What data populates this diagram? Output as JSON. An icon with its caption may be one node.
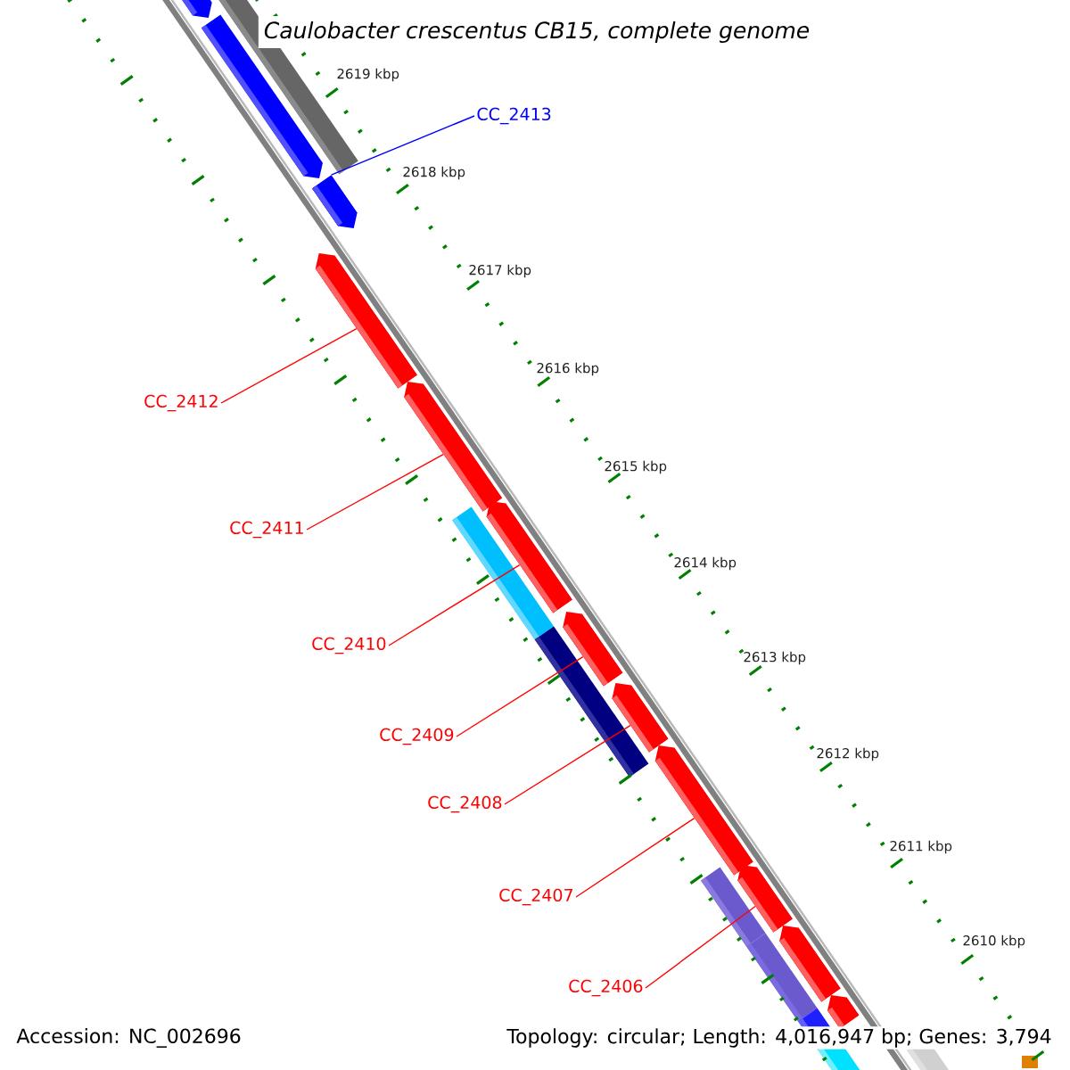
{
  "diagram": {
    "title": "Caulobacter crescentus CB15, complete genome",
    "nodes": [
      {
        "text": [
          "CC_2413"
        ]
      },
      {
        "text": [
          "CC_2412"
        ]
      },
      {
        "text": [
          "CC_2411"
        ]
      },
      {
        "text": [
          "CC_2410"
        ]
      },
      {
        "text": [
          "CC_2409"
        ]
      },
      {
        "text": [
          "CC_2408"
        ]
      },
      {
        "text": [
          "CC_2407"
        ]
      },
      {
        "text": [
          "CC_2406"
        ]
      },
      {
        "text": [],
        "shape": "bar"
      },
      {
        "text": [],
        "shape": "bar"
      },
      {
        "text": [],
        "shape": "bar"
      },
      {
        "text": [],
        "shape": "bar"
      },
      {
        "text": [],
        "shape": "bar"
      },
      {
        "text": [],
        "shape": "bar"
      },
      {
        "text": [],
        "shape": "bar"
      },
      {
        "text": [],
        "shape": "bar"
      },
      {
        "text": [],
        "shape": "bar"
      },
      {
        "text": [],
        "shape": "bar"
      }
    ],
    "edges": [
      {
        "from": 0,
        "to": 8,
        "arrow": "none",
        "color": "#0000ff"
      },
      {
        "from": 1,
        "to": 9,
        "arrow": "none"
      },
      {
        "from": 2,
        "to": 10,
        "arrow": "none"
      },
      {
        "from": 3,
        "to": 11,
        "arrow": "none"
      },
      {
        "from": 4,
        "to": 12,
        "arrow": "none"
      },
      {
        "from": 5,
        "to": 13,
        "arrow": "none"
      },
      {
        "from": 6,
        "to": 14,
        "arrow": "none"
      },
      {
        "from": 7,
        "to": 15,
        "arrow": "none"
      }
    ],
    "labels": [
      "2619 kbp",
      "2618 kbp",
      "2617 kbp",
      "2616 kbp",
      "2615 kbp",
      "2614 kbp",
      "2613 kbp",
      "2612 kbp",
      "2611 kbp",
      "2610 kbp",
      "Accession: NC_002696",
      "Topology: circular; Length: 4,016,947 bp; Genes: 3,794"
    ]
  }
}
